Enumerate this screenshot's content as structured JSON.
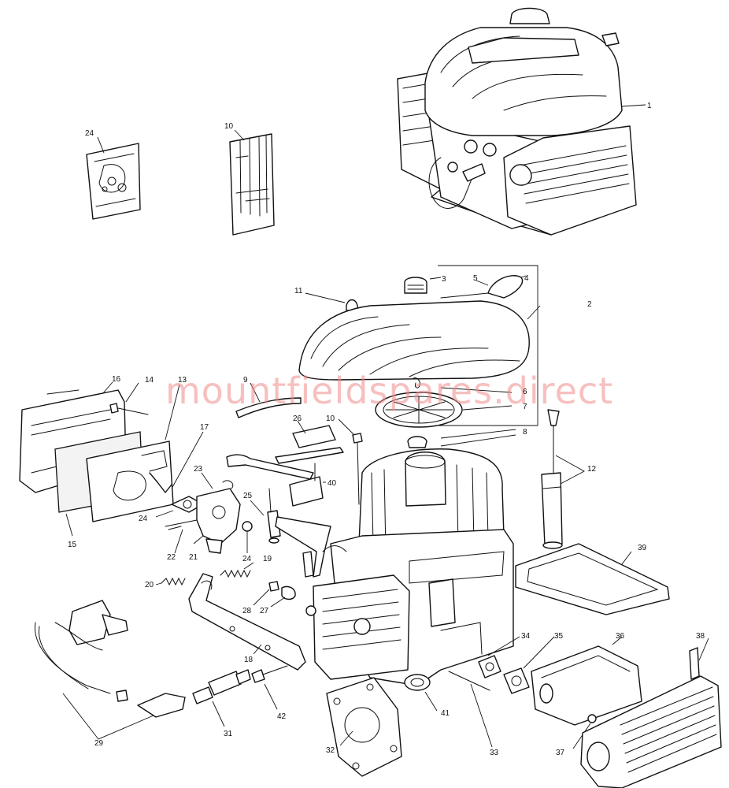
{
  "watermark": "mountfieldspares.direct",
  "callouts": [
    {
      "id": "c1",
      "text": "1"
    },
    {
      "id": "c2",
      "text": "2"
    },
    {
      "id": "c3",
      "text": "3"
    },
    {
      "id": "c4",
      "text": "4"
    },
    {
      "id": "c5",
      "text": "5"
    },
    {
      "id": "c6",
      "text": "6"
    },
    {
      "id": "c7",
      "text": "7"
    },
    {
      "id": "c8",
      "text": "8"
    },
    {
      "id": "c9",
      "text": "9"
    },
    {
      "id": "c10a",
      "text": "10"
    },
    {
      "id": "c10b",
      "text": "10"
    },
    {
      "id": "c11",
      "text": "11"
    },
    {
      "id": "c12",
      "text": "12"
    },
    {
      "id": "c13",
      "text": "13"
    },
    {
      "id": "c14",
      "text": "14"
    },
    {
      "id": "c15",
      "text": "15"
    },
    {
      "id": "c16",
      "text": "16"
    },
    {
      "id": "c17",
      "text": "17"
    },
    {
      "id": "c18",
      "text": "18"
    },
    {
      "id": "c19",
      "text": "19"
    },
    {
      "id": "c20",
      "text": "20"
    },
    {
      "id": "c21",
      "text": "21"
    },
    {
      "id": "c22",
      "text": "22"
    },
    {
      "id": "c23",
      "text": "23"
    },
    {
      "id": "c24a",
      "text": "24"
    },
    {
      "id": "c24b",
      "text": "24"
    },
    {
      "id": "c24c",
      "text": "24"
    },
    {
      "id": "c25",
      "text": "25"
    },
    {
      "id": "c26",
      "text": "26"
    },
    {
      "id": "c27",
      "text": "27"
    },
    {
      "id": "c28",
      "text": "28"
    },
    {
      "id": "c29",
      "text": "29"
    },
    {
      "id": "c31",
      "text": "31"
    },
    {
      "id": "c32",
      "text": "32"
    },
    {
      "id": "c33",
      "text": "33"
    },
    {
      "id": "c34",
      "text": "34"
    },
    {
      "id": "c35",
      "text": "35"
    },
    {
      "id": "c36",
      "text": "36"
    },
    {
      "id": "c37",
      "text": "37"
    },
    {
      "id": "c38",
      "text": "38"
    },
    {
      "id": "c39",
      "text": "39"
    },
    {
      "id": "c40",
      "text": "40"
    },
    {
      "id": "c41",
      "text": "41"
    },
    {
      "id": "c42",
      "text": "42"
    }
  ]
}
